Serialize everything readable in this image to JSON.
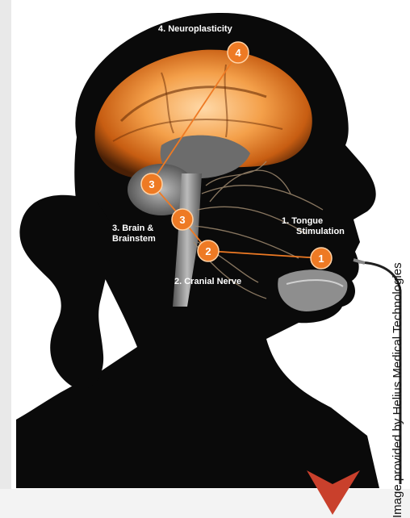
{
  "figure": {
    "labels": {
      "neuroplasticity": "4. Neuroplasticity",
      "tongue_stimulation": [
        "1. Tongue",
        "Stimulation"
      ],
      "brain_brainstem": [
        "3. Brain &",
        "Brainstem"
      ],
      "cranial_nerve": "2. Cranial Nerve"
    },
    "markers": [
      "1",
      "2",
      "3",
      "3",
      "4"
    ],
    "credit": "Image provided by Helius Medical Technologies"
  },
  "colors": {
    "silhouette": "#0a0a0a",
    "accent": "#ee7a24",
    "brain_glow": "#f28a2e",
    "arrow": "#c9402c",
    "background": "#ffffff"
  }
}
